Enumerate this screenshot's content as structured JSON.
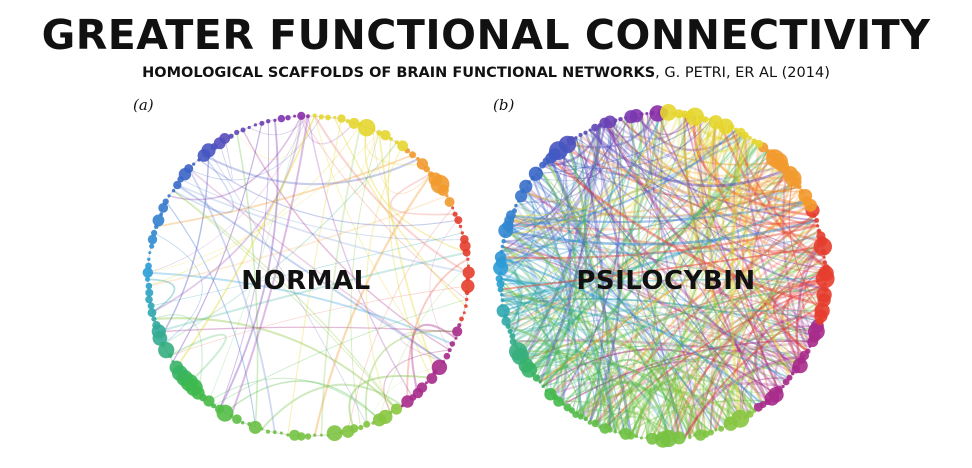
{
  "header": {
    "title": "GREATER FUNCTIONAL CONNECTIVITY",
    "subtitle_bold": "HOMOLOGICAL SCAFFOLDS OF BRAIN FUNCTIONAL NETWORKS",
    "subtitle_rest": ", G. PETRI, ER AL (2014)"
  },
  "panels": [
    {
      "id": "a",
      "marker": "(a)",
      "label": "NORMAL",
      "connectivity": "sparse",
      "dominant_edge_colors": [
        "blue",
        "magenta",
        "orange",
        "red"
      ]
    },
    {
      "id": "b",
      "marker": "(b)",
      "label": "PSILOCYBIN",
      "connectivity": "dense",
      "dominant_edge_colors": [
        "purple",
        "green",
        "orange",
        "blue"
      ]
    }
  ],
  "palette": {
    "node_gradient": [
      "#8e2ba8",
      "#3d5cc4",
      "#2a9fd8",
      "#3cb84a",
      "#8cc63f",
      "#e6d82e",
      "#f29a2e",
      "#e3262e",
      "#a72b8c"
    ],
    "text": "#111111"
  }
}
